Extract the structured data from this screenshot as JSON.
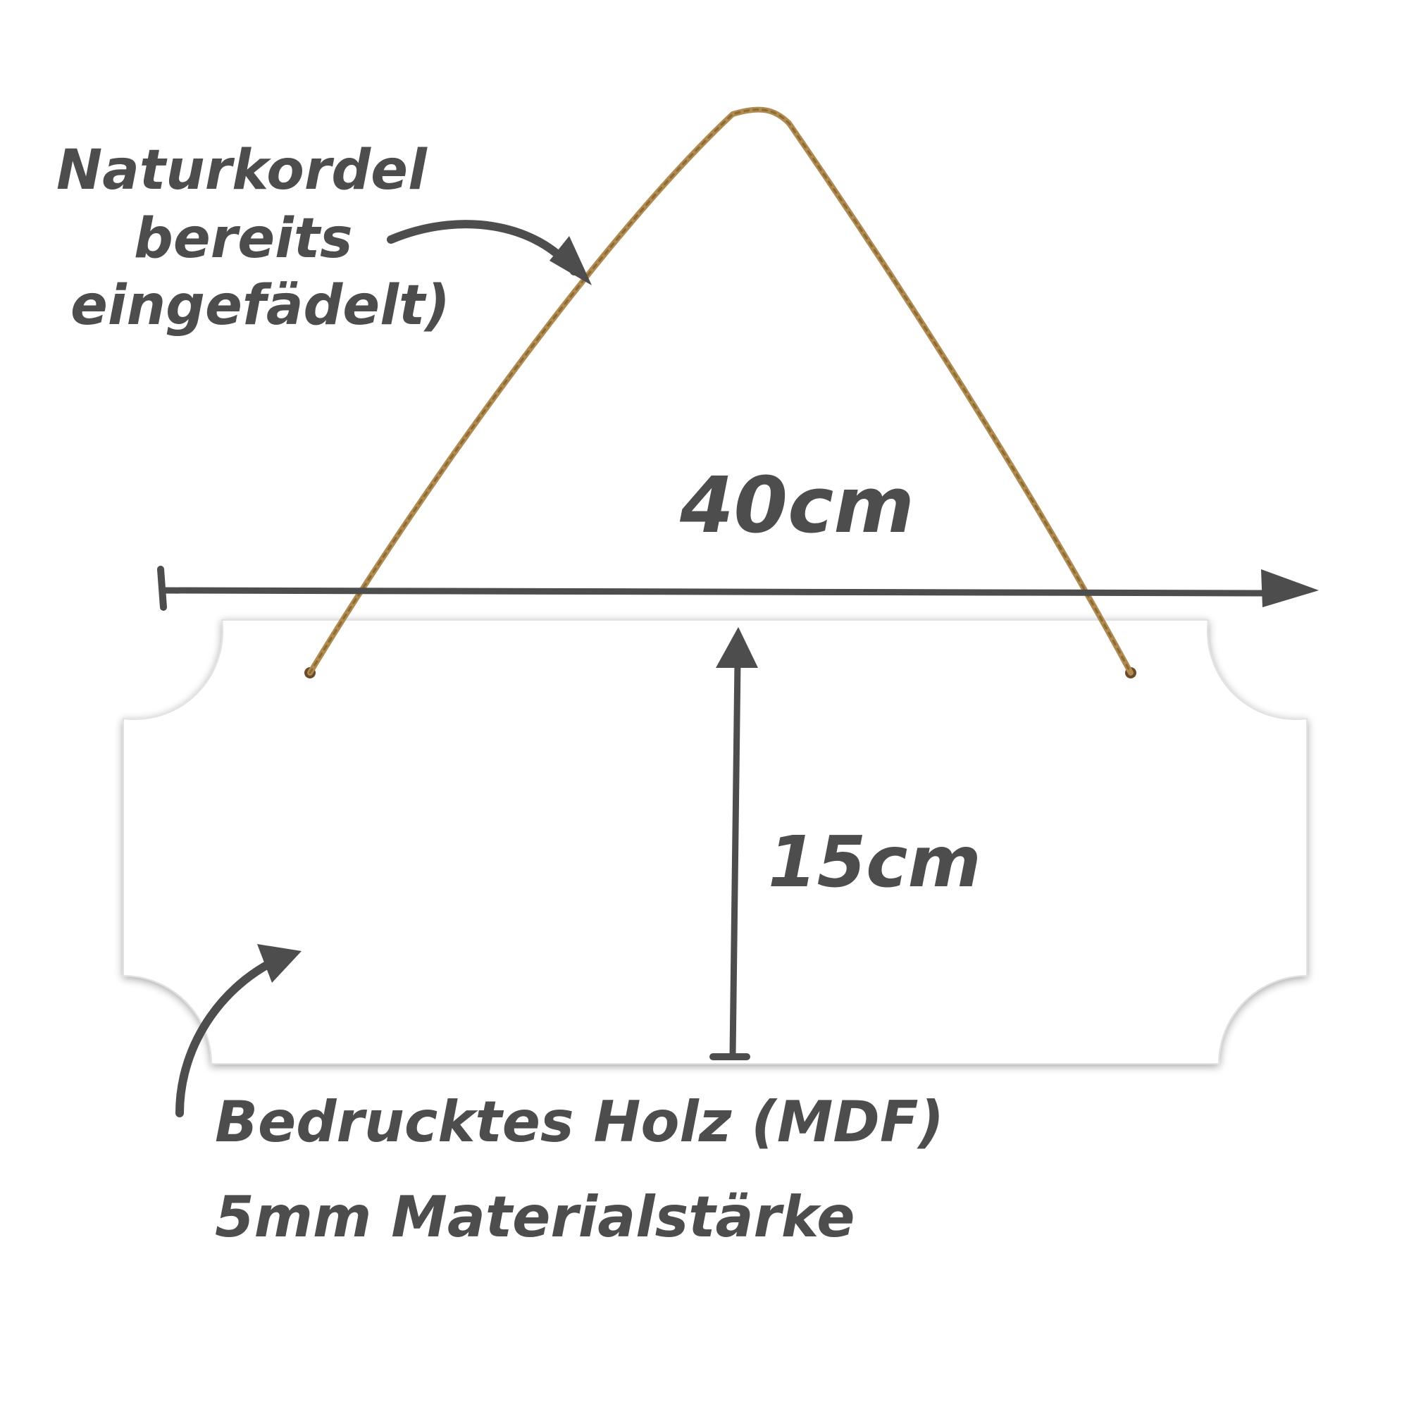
{
  "annotations": {
    "cord_line1": "Naturkordel",
    "cord_line2": "bereits",
    "cord_line3": "eingefädelt)",
    "width_label": "40cm",
    "height_label": "15cm",
    "material_line1": "Bedrucktes Holz (MDF)",
    "material_line2": "5mm Materialstärke"
  },
  "colors": {
    "ink": "#4d4d4d",
    "cord": "#b08a4e",
    "cord_dark": "#8a6a35",
    "board": "#ffffff",
    "board_shadow": "#d9d9d9"
  }
}
